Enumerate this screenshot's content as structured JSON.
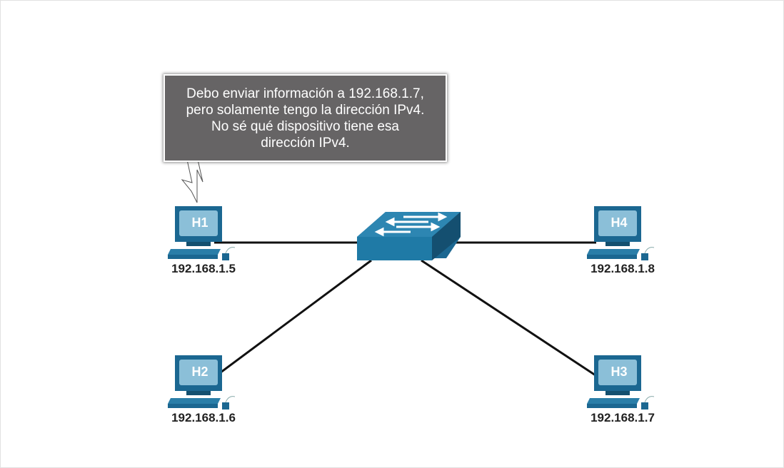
{
  "callout": {
    "lines": [
      "Debo enviar información a 192.168.1.7,",
      "pero solamente tengo la dirección IPv4.",
      "No sé qué dispositivo tiene esa",
      "dirección IPv4."
    ]
  },
  "hosts": [
    {
      "name": "H1",
      "ip": "192.168.1.5"
    },
    {
      "name": "H2",
      "ip": "192.168.1.6"
    },
    {
      "name": "H3",
      "ip": "192.168.1.7"
    },
    {
      "name": "H4",
      "ip": "192.168.1.8"
    }
  ],
  "colors": {
    "device": "#1f6f94",
    "device_light": "#8bbfd8",
    "callout_bg": "#666465",
    "link": "#111111"
  }
}
